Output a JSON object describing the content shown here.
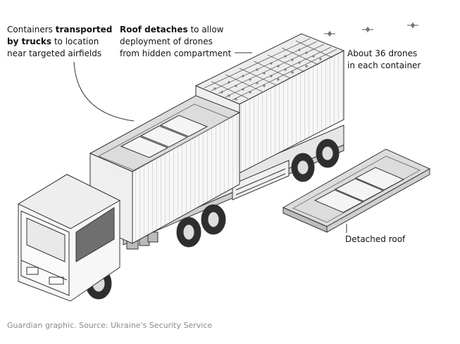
{
  "annotations": {
    "trucks": {
      "bold": "Containers ",
      "bold_emph": "transported by trucks",
      "line1_plain": "Containers ",
      "line1_bold": "transported",
      "line2_bold": "by trucks",
      "line2_plain": " to location",
      "line3": "near targeted airfields"
    },
    "roof": {
      "line1_bold": "Roof detaches",
      "line1_plain": " to allow",
      "line2": "deployment of drones",
      "line3": "from hidden compartment"
    },
    "drones": {
      "line1": "About 36 drones",
      "line2": "in each container"
    },
    "detached": {
      "label": "Detached roof"
    }
  },
  "source": "Guardian graphic. Source: Ukraine's Security Service",
  "colors": {
    "ink": "#121212",
    "line": "#333333",
    "body": "#f6f6f6",
    "roof": "#dcdcdc",
    "panel": "#f2f2f2",
    "caption": "#8a8a8a"
  },
  "icons": [
    "drone-icon",
    "truck-illustration",
    "container-illustration",
    "roof-panel-illustration"
  ]
}
